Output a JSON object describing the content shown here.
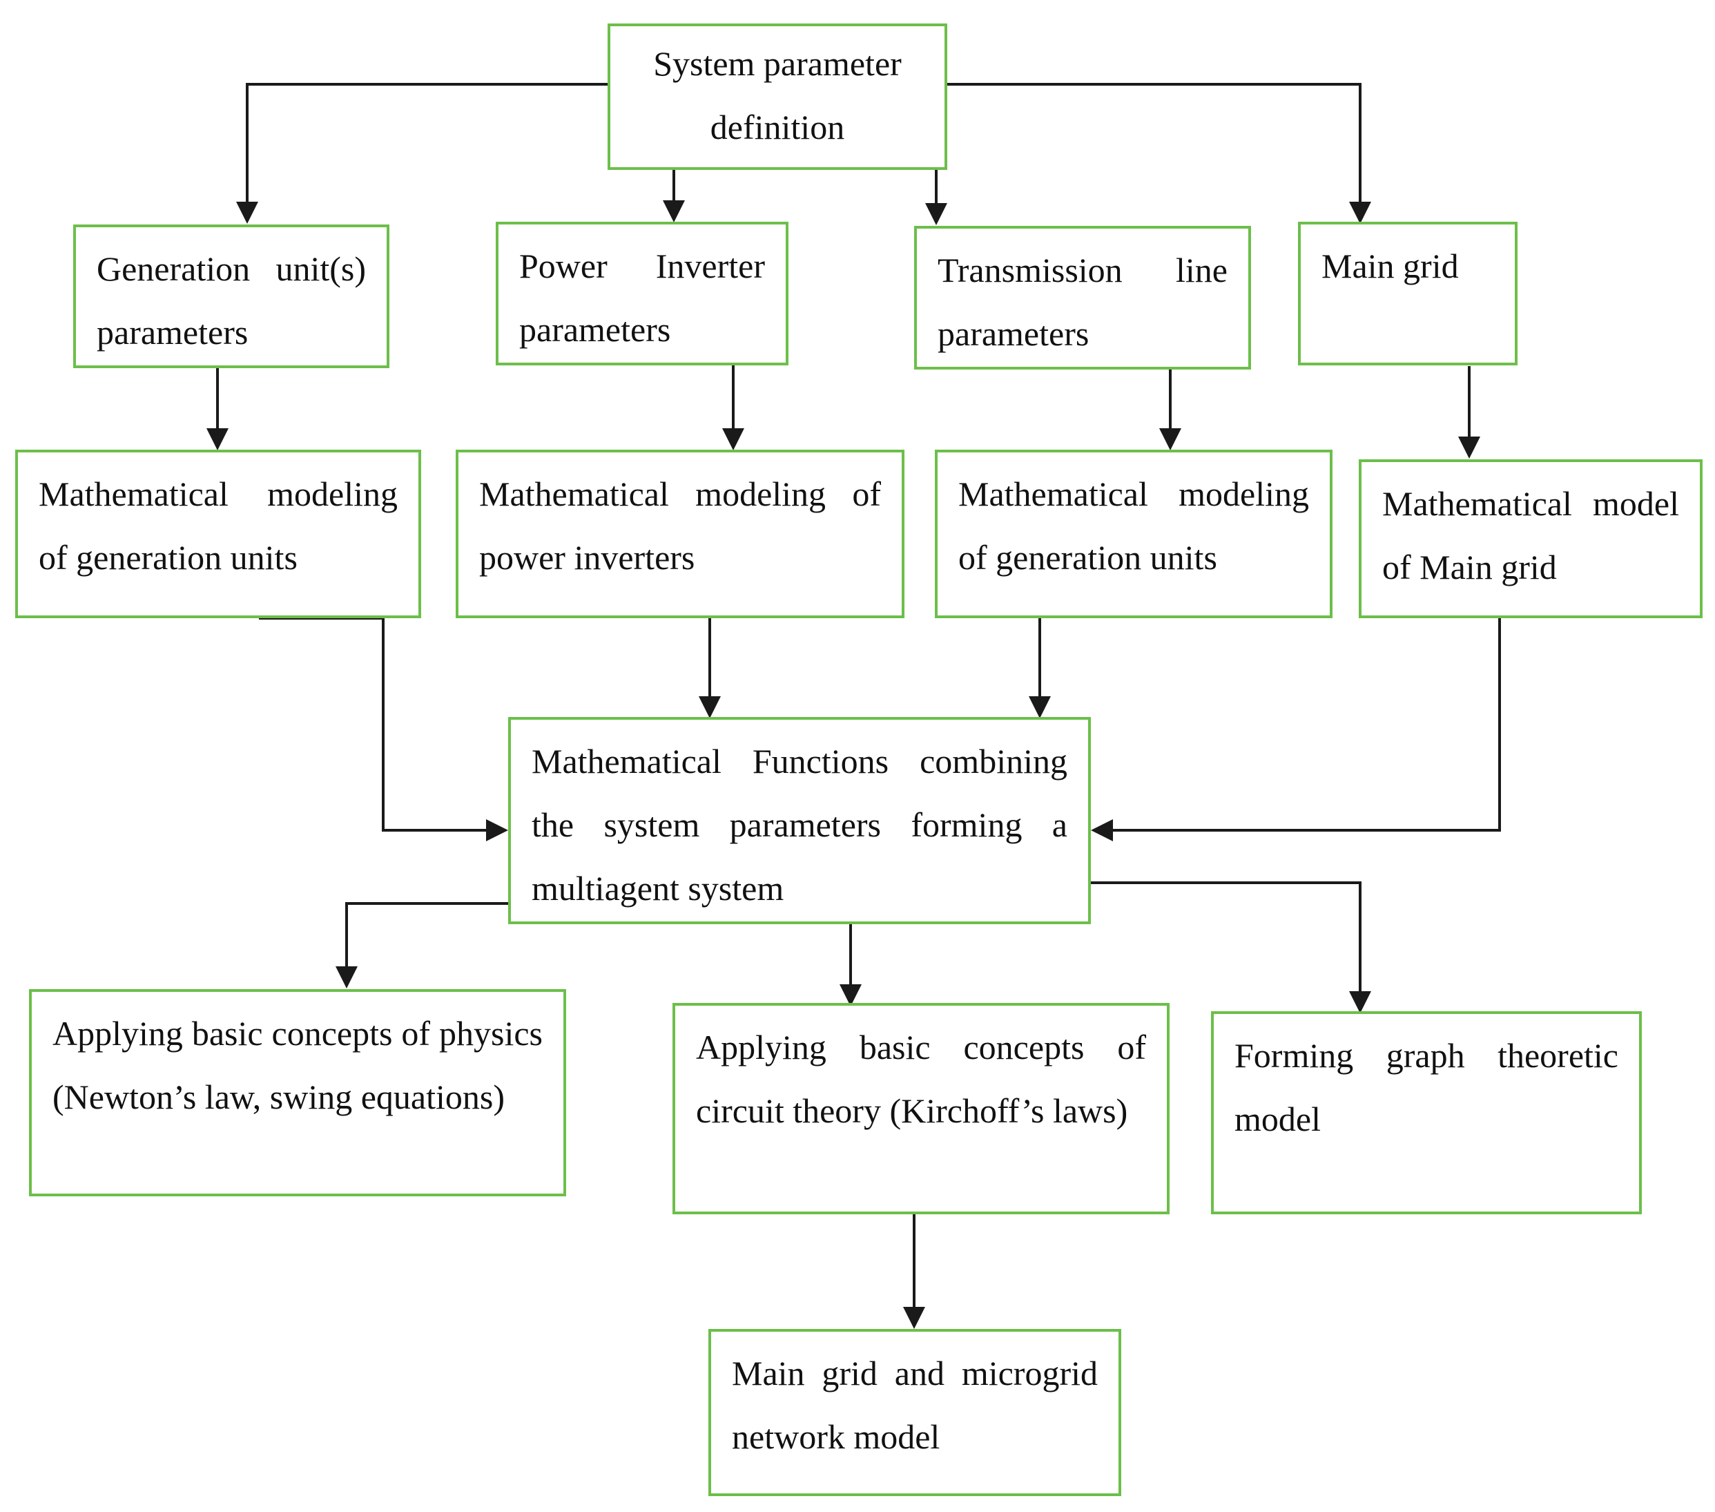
{
  "colors": {
    "box_border": "#6cbf4a",
    "arrow": "#1a1a1a"
  },
  "nodes": {
    "system_param": "System parameter definition",
    "gen_params": "Generation unit(s) parameters",
    "inv_params": "Power Inverter parameters",
    "trans_params": "Transmission line parameters",
    "main_grid": "Main grid",
    "math_gen": "Mathematical modeling of generation units",
    "math_inv": "Mathematical modeling of power inverters",
    "math_trans": "Mathematical modeling of generation units",
    "math_main": "Mathematical model of Main grid",
    "math_func": "Mathematical Functions combining the system parameters forming a multiagent system",
    "physics": "Applying basic concepts of physics (Newton’s law, swing equations)",
    "circuit": "Applying basic concepts of circuit theory (Kirchoff’s laws)",
    "graph": "Forming graph theoretic model",
    "network": "Main grid and microgrid network model"
  }
}
